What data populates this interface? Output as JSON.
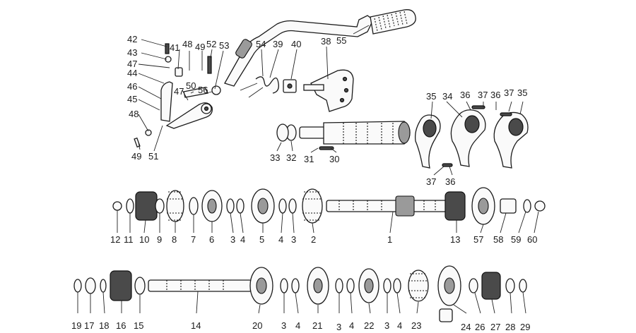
{
  "diagram": {
    "callouts": [
      {
        "id": "c42",
        "text": "42"
      },
      {
        "id": "c43",
        "text": "43"
      },
      {
        "id": "c47a",
        "text": "47"
      },
      {
        "id": "c44",
        "text": "44"
      },
      {
        "id": "c46",
        "text": "46"
      },
      {
        "id": "c45",
        "text": "45"
      },
      {
        "id": "c48a",
        "text": "48"
      },
      {
        "id": "c49a",
        "text": "49"
      },
      {
        "id": "c51",
        "text": "51"
      },
      {
        "id": "c41",
        "text": "41"
      },
      {
        "id": "c48b",
        "text": "48"
      },
      {
        "id": "c49b",
        "text": "49"
      },
      {
        "id": "c52",
        "text": "52"
      },
      {
        "id": "c53",
        "text": "53"
      },
      {
        "id": "c47b",
        "text": "47"
      },
      {
        "id": "c50",
        "text": "50"
      },
      {
        "id": "c56",
        "text": "56"
      },
      {
        "id": "c54",
        "text": "54"
      },
      {
        "id": "c39",
        "text": "39"
      },
      {
        "id": "c40",
        "text": "40"
      },
      {
        "id": "c38",
        "text": "38"
      },
      {
        "id": "c55",
        "text": "55"
      },
      {
        "id": "c35a",
        "text": "35"
      },
      {
        "id": "c34",
        "text": "34"
      },
      {
        "id": "c36a",
        "text": "36"
      },
      {
        "id": "c37a",
        "text": "37"
      },
      {
        "id": "c36b",
        "text": "36"
      },
      {
        "id": "c37b",
        "text": "37"
      },
      {
        "id": "c35b",
        "text": "35"
      },
      {
        "id": "c33",
        "text": "33"
      },
      {
        "id": "c32",
        "text": "32"
      },
      {
        "id": "c31",
        "text": "31"
      },
      {
        "id": "c30",
        "text": "30"
      },
      {
        "id": "c37c",
        "text": "37"
      },
      {
        "id": "c36c",
        "text": "36"
      },
      {
        "id": "c12",
        "text": "12"
      },
      {
        "id": "c11",
        "text": "11"
      },
      {
        "id": "c10",
        "text": "10"
      },
      {
        "id": "c9",
        "text": "9"
      },
      {
        "id": "c8",
        "text": "8"
      },
      {
        "id": "c7",
        "text": "7"
      },
      {
        "id": "c6",
        "text": "6"
      },
      {
        "id": "c3a",
        "text": "3"
      },
      {
        "id": "c4a",
        "text": "4"
      },
      {
        "id": "c5",
        "text": "5"
      },
      {
        "id": "c4b",
        "text": "4"
      },
      {
        "id": "c3b",
        "text": "3"
      },
      {
        "id": "c2",
        "text": "2"
      },
      {
        "id": "c1",
        "text": "1"
      },
      {
        "id": "c13",
        "text": "13"
      },
      {
        "id": "c57",
        "text": "57"
      },
      {
        "id": "c58",
        "text": "58"
      },
      {
        "id": "c59",
        "text": "59"
      },
      {
        "id": "c60",
        "text": "60"
      },
      {
        "id": "c19",
        "text": "19"
      },
      {
        "id": "c17",
        "text": "17"
      },
      {
        "id": "c18",
        "text": "18"
      },
      {
        "id": "c16",
        "text": "16"
      },
      {
        "id": "c15",
        "text": "15"
      },
      {
        "id": "c14",
        "text": "14"
      },
      {
        "id": "c20",
        "text": "20"
      },
      {
        "id": "c3c",
        "text": "3"
      },
      {
        "id": "c4c",
        "text": "4"
      },
      {
        "id": "c21",
        "text": "21"
      },
      {
        "id": "c3d",
        "text": "3"
      },
      {
        "id": "c4d",
        "text": "4"
      },
      {
        "id": "c22",
        "text": "22"
      },
      {
        "id": "c3e",
        "text": "3"
      },
      {
        "id": "c4e",
        "text": "4"
      },
      {
        "id": "c23",
        "text": "23"
      },
      {
        "id": "c24",
        "text": "24"
      },
      {
        "id": "c26",
        "text": "26"
      },
      {
        "id": "c27",
        "text": "27"
      },
      {
        "id": "c28",
        "text": "28"
      },
      {
        "id": "c29",
        "text": "29"
      }
    ]
  }
}
